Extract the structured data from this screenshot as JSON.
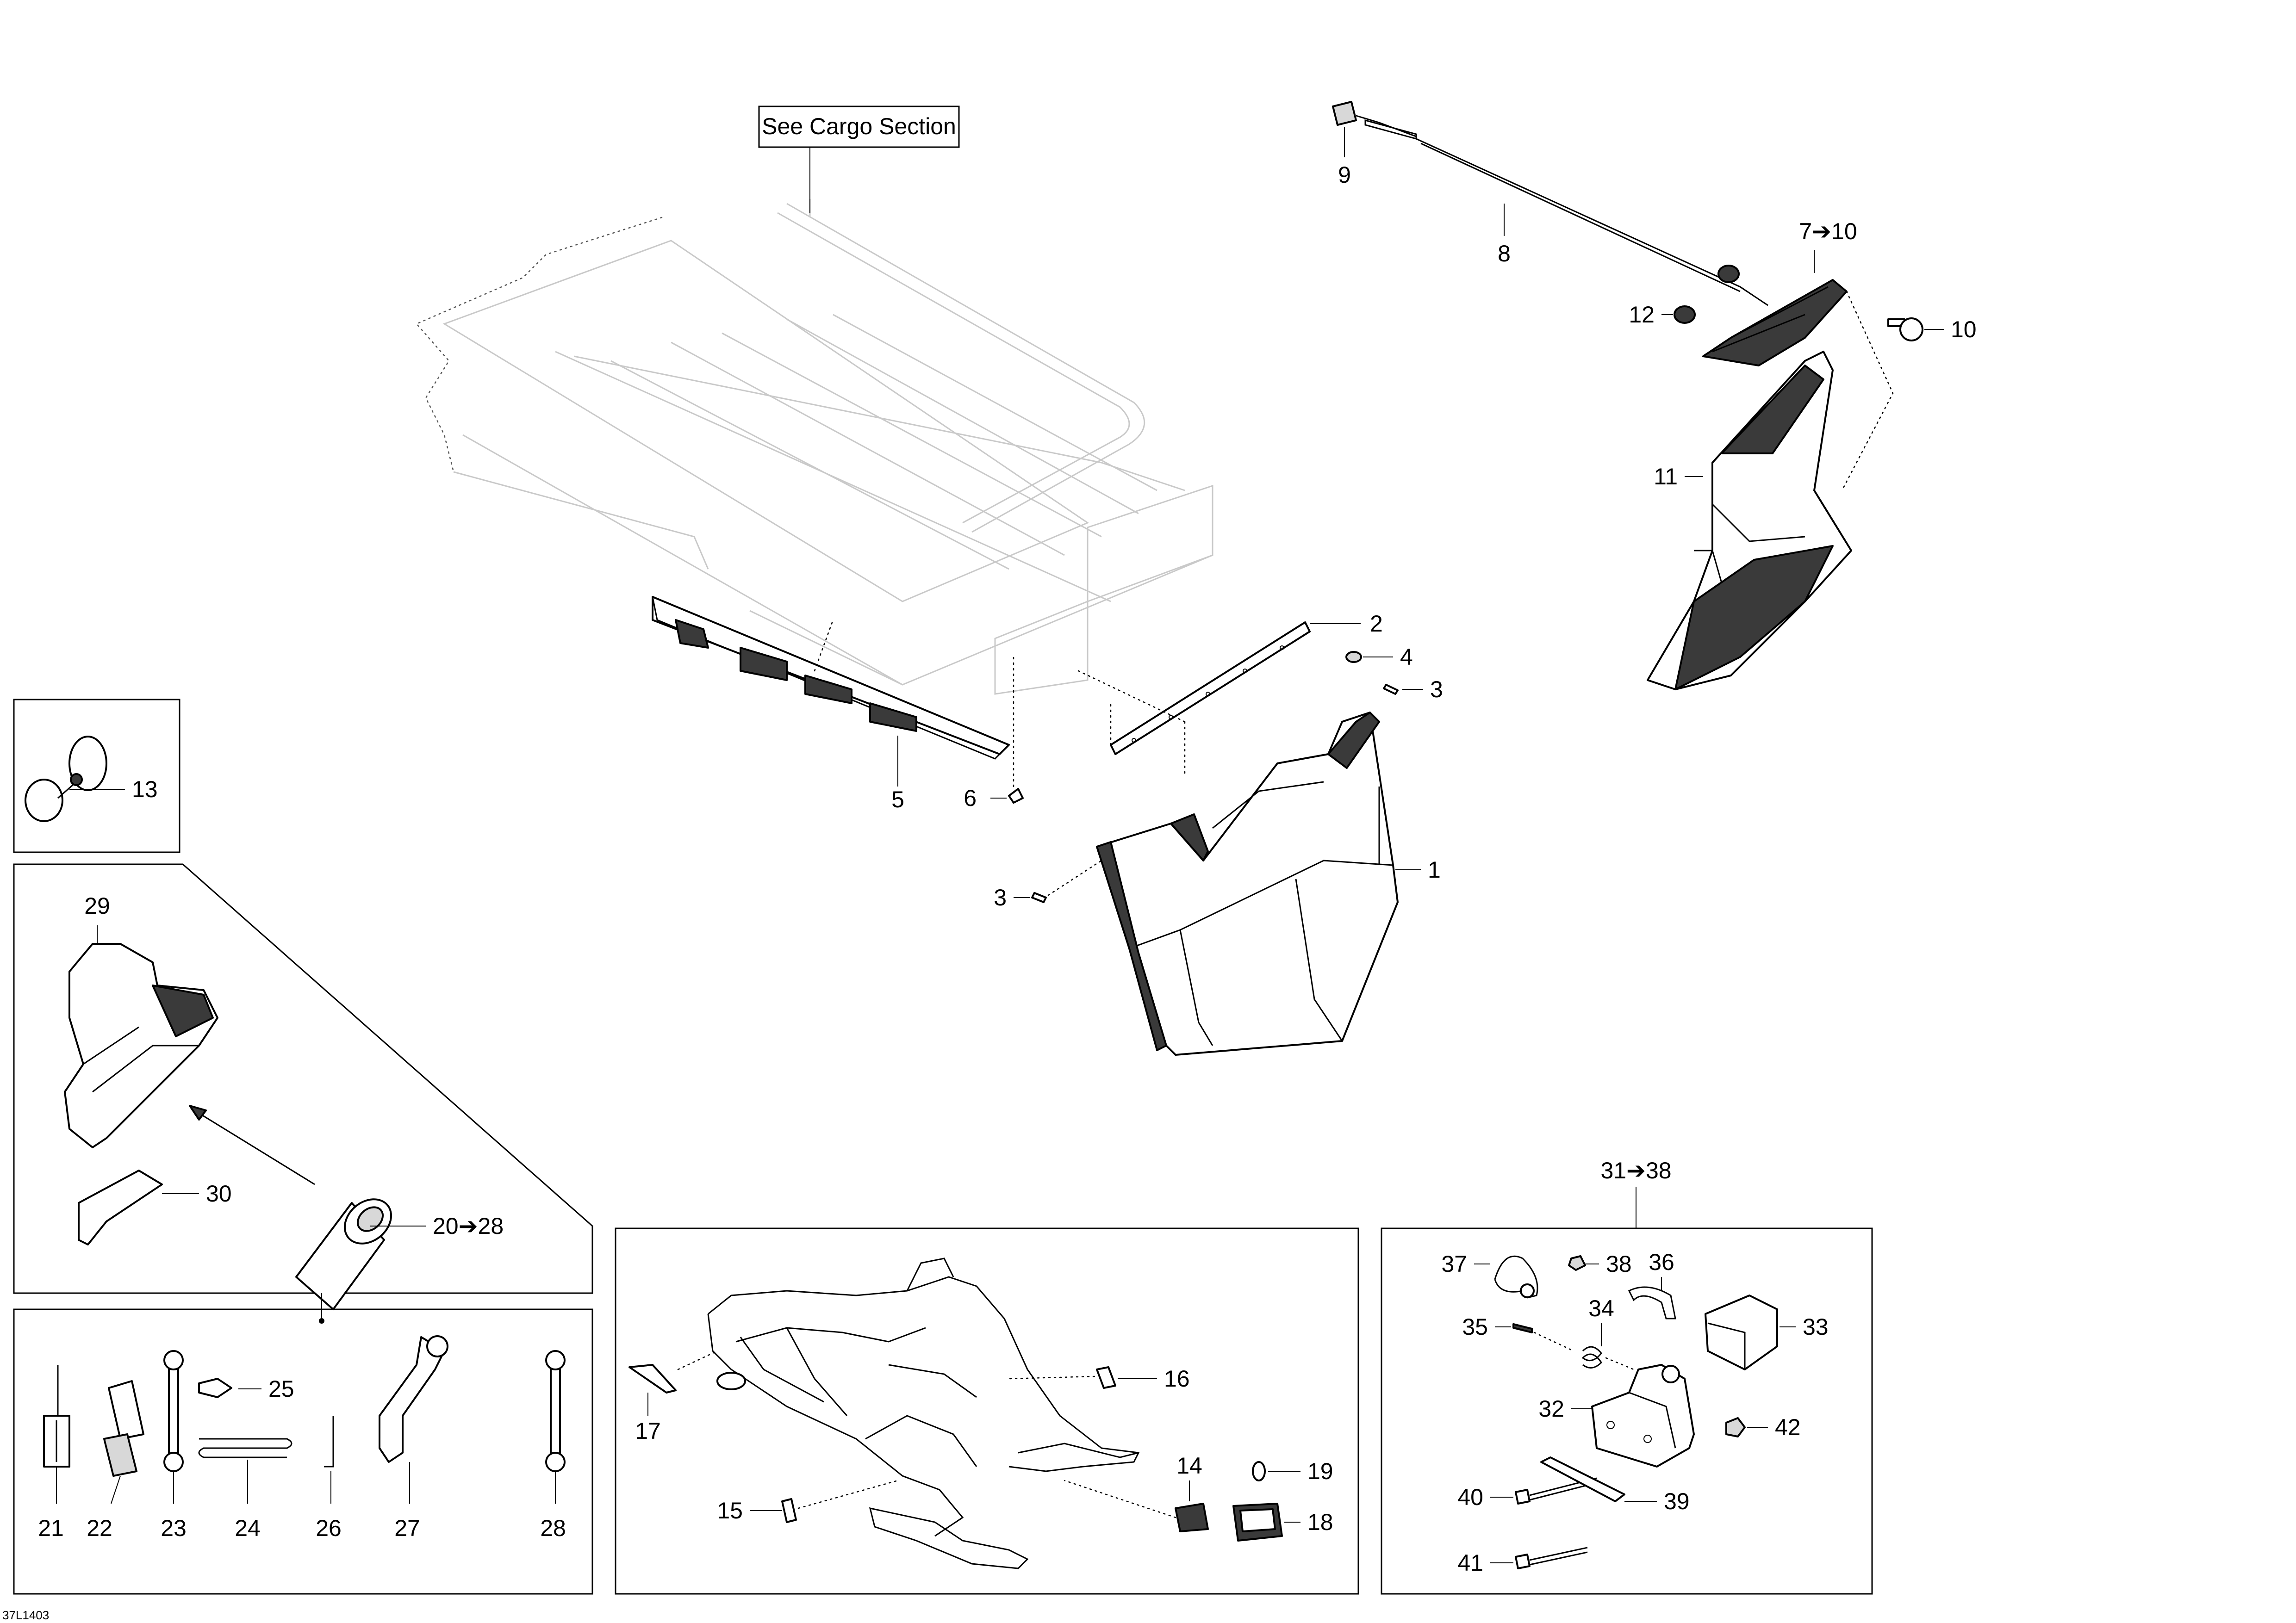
{
  "cargo_note": "See Cargo Section",
  "drawing_code": "37L1403",
  "callouts": {
    "c1": "1",
    "c2": "2",
    "c3a": "3",
    "c3b": "3",
    "c4": "4",
    "c5": "5",
    "c6": "6",
    "c7_10": "7➔10",
    "c8": "8",
    "c9": "9",
    "c10": "10",
    "c11": "11",
    "c12": "12",
    "c13": "13",
    "c14": "14",
    "c15": "15",
    "c16": "16",
    "c17": "17",
    "c18": "18",
    "c19": "19",
    "c20_28": "20➔28",
    "c21": "21",
    "c22": "22",
    "c23": "23",
    "c24": "24",
    "c25": "25",
    "c26": "26",
    "c27": "27",
    "c28": "28",
    "c29": "29",
    "c30": "30",
    "c31_38": "31➔38",
    "c32": "32",
    "c33": "33",
    "c34": "34",
    "c35": "35",
    "c36": "36",
    "c37": "37",
    "c38": "38",
    "c39": "39",
    "c40": "40",
    "c41": "41",
    "c42": "42"
  }
}
